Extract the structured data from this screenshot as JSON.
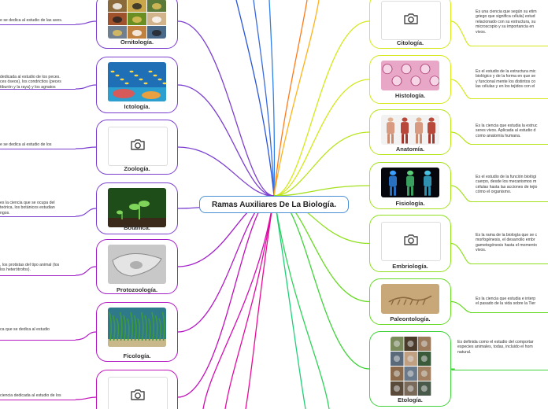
{
  "center_title": "Ramas Auxiliares De La Biología.",
  "left_nodes": [
    {
      "title": "Ornitología.",
      "color": "#7b3fd0",
      "desc": "e se dedica al estudio de las aves."
    },
    {
      "title": "Ictología.",
      "color": "#7b3fd0",
      "desc": "dedicada al estudio de los peces.\nces óseos), los condrictios (peces\ntiburón y la raya) y los agnatos"
    },
    {
      "title": "Zoología.",
      "color": "#7b3fd0",
      "desc": "e se dedica al estudio de los"
    },
    {
      "title": "Botánica.",
      "color": "#7b3fd0",
      "desc": "es la ciencia que se ocupa del\nteórica, los botánicos estudian\nngos."
    },
    {
      "title": "Protozoología.",
      "color": "#a21fc8",
      "desc": ", los protistas del tipo animal (los\nlos heterótrofos)."
    },
    {
      "title": "Ficología.",
      "color": "#b317c4",
      "desc": "ca que se dedica al estudio"
    },
    {
      "title": "",
      "color": "#c010b8",
      "desc": "ciencia dedicada al estudio de los"
    }
  ],
  "right_nodes": [
    {
      "title": "Citología.",
      "color": "#d4e81a",
      "desc": "Es una ciencia que según su etim\ngriego que significa célula) estud\nrelacionado con su estructura, su\nmicroscopio y su importancia en\nvivos."
    },
    {
      "title": "Histología.",
      "color": "#d4e81a",
      "desc": "Es el estudio de la estructura mic\nbiológico y de la forma en que se\ny funcional mente los distintos co\nlas células y en los tejidos con el"
    },
    {
      "title": "Anatomía.",
      "color": "#b8e41a",
      "desc": "Es la ciencia que estudia la estruc\nseres vivos. Aplicada al estudio d\ncomo anatomía humana."
    },
    {
      "title": "Fisiología.",
      "color": "#a4e01c",
      "desc": "Es el estudio de la función biológi\ncuerpo, desde los mecanismos m\ncélulas hasta las acciones de tejio\ncómo el organismo."
    },
    {
      "title": "Embriología.",
      "color": "#8ee01c",
      "desc": "Es la rama de la biología que se c\nmorfogénesis, el desarrollo embr\ngametogénesis hasta el momento\nvivos."
    },
    {
      "title": "Paleontología.",
      "color": "#66da22",
      "desc": "Es la ciencia que estudia e interp\nel pasado de la vida sobre la Tier"
    },
    {
      "title": "Etología.",
      "color": "#3fd23a",
      "desc": "Es definida como el estudio del comportar\nespecies animales, todas, incluido el hom\nnatural."
    }
  ],
  "icons": {
    "placeholder": "camera-icon"
  }
}
